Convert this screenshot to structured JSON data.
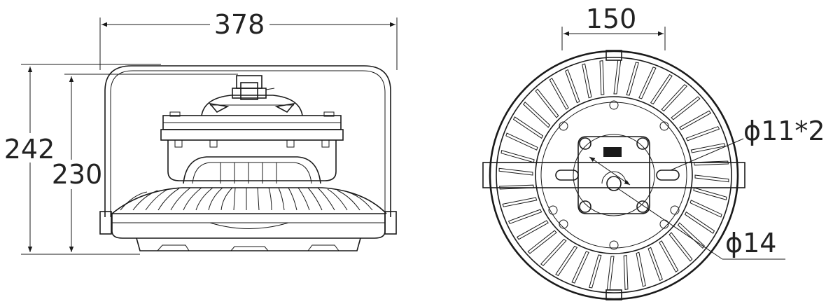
{
  "dimensions": {
    "side_width": "378",
    "side_overall_height": "242",
    "side_body_height": "230",
    "front_bracket_spacing": "150",
    "front_slot_hole": "ϕ11*2",
    "front_center_hole": "ϕ14"
  }
}
